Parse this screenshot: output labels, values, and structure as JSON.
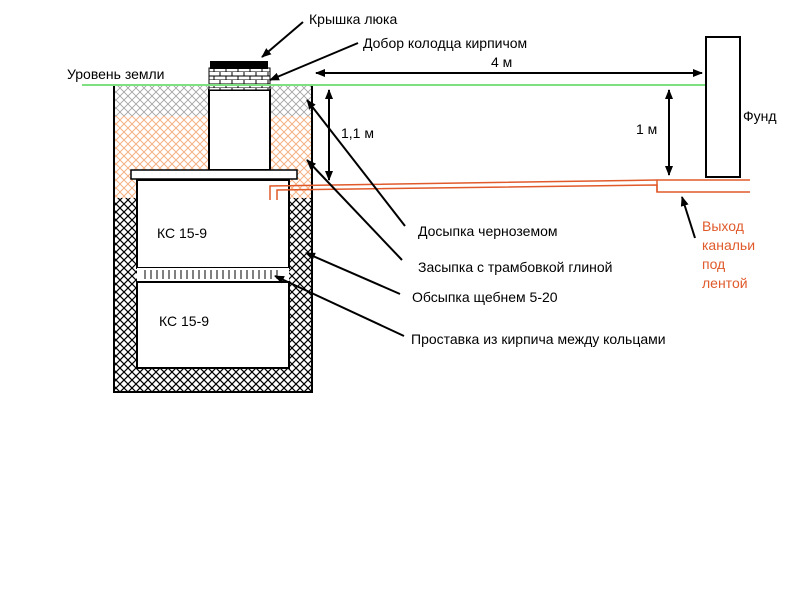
{
  "labels": {
    "ground_level": "Уровень земли",
    "manhole_cover": "Крышка люка",
    "brick_extension": "Добор колодца кирпичом",
    "distance_4m": "4 м",
    "foundation": "Фунд",
    "depth_1_1m": "1,1 м",
    "depth_1m": "1 м",
    "ring_top": "КС 15-9",
    "ring_bottom": "КС 15-9",
    "soil_topup": "Досыпка черноземом",
    "clay_backfill": "Засыпка с трамбовкой глиной",
    "gravel_fill": "Обсыпка щебнем 5-20",
    "brick_spacer": "Проставка из кирпича между кольцами",
    "sewer_outlet_line1": "Выход",
    "sewer_outlet_line2": "канальи",
    "sewer_outlet_line3": "под",
    "sewer_outlet_line4": "лентой"
  },
  "colors": {
    "ground_line": "#7ee07e",
    "pipe": "#e05a2b",
    "topsoil_hatch": "#a0a0a0",
    "clay_hatch": "#f5b183",
    "gravel_hatch": "#000000"
  }
}
